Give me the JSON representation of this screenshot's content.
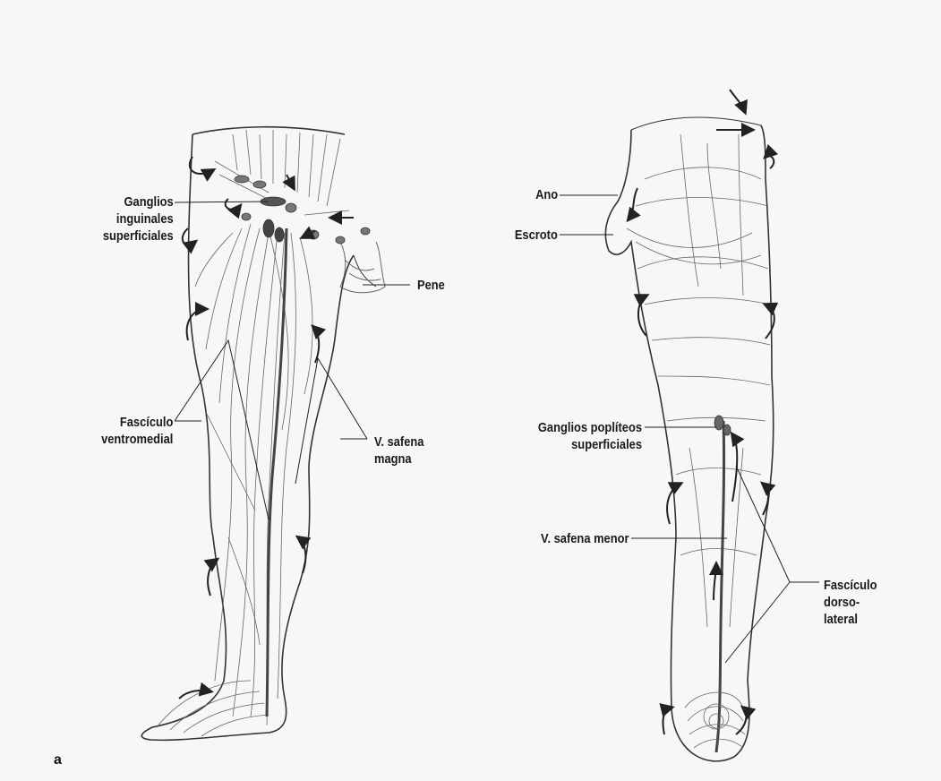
{
  "panel_label": "a",
  "labels": {
    "ganglios_inguinales": [
      "Ganglios",
      "inguinales",
      "superficiales"
    ],
    "pene": "Pene",
    "fasciculo_ventromedial": [
      "Fascículo",
      "ventromedial"
    ],
    "v_safena_magna": [
      "V. safena",
      "magna"
    ],
    "ano": "Ano",
    "escroto": "Escroto",
    "ganglios_popliteos": [
      "Ganglios poplíteos",
      "superficiales"
    ],
    "v_safena_menor": "V. safena menor",
    "fasciculo_dorsolateral": [
      "Fascículo",
      "dorso-",
      "lateral"
    ]
  },
  "colors": {
    "ink": "#222222",
    "paper": "#f7f7f5",
    "vessel": "#555555"
  }
}
